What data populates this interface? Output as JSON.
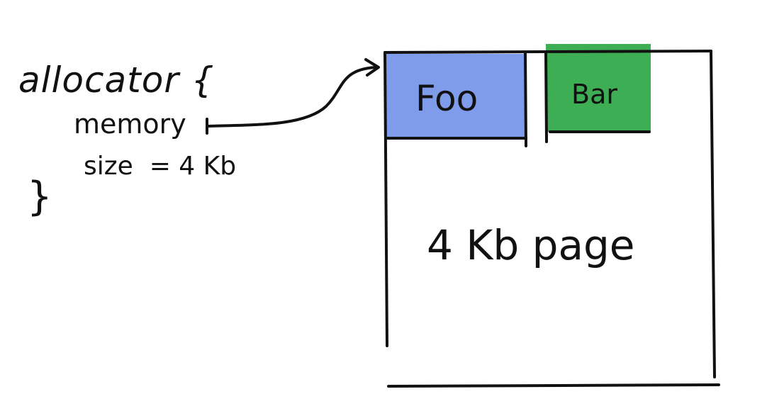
{
  "allocator": {
    "open_line": "allocator {",
    "memory_label": "memory",
    "size_line": "size  = 4 Kb",
    "close_brace": "}"
  },
  "page": {
    "label": "4 Kb page"
  },
  "blocks": [
    {
      "label": "Foo",
      "color": "#7f9ceb"
    },
    {
      "label": "Bar",
      "color": "#3eae55"
    }
  ],
  "colors": {
    "ink": "#111111",
    "background": "#ffffff"
  }
}
